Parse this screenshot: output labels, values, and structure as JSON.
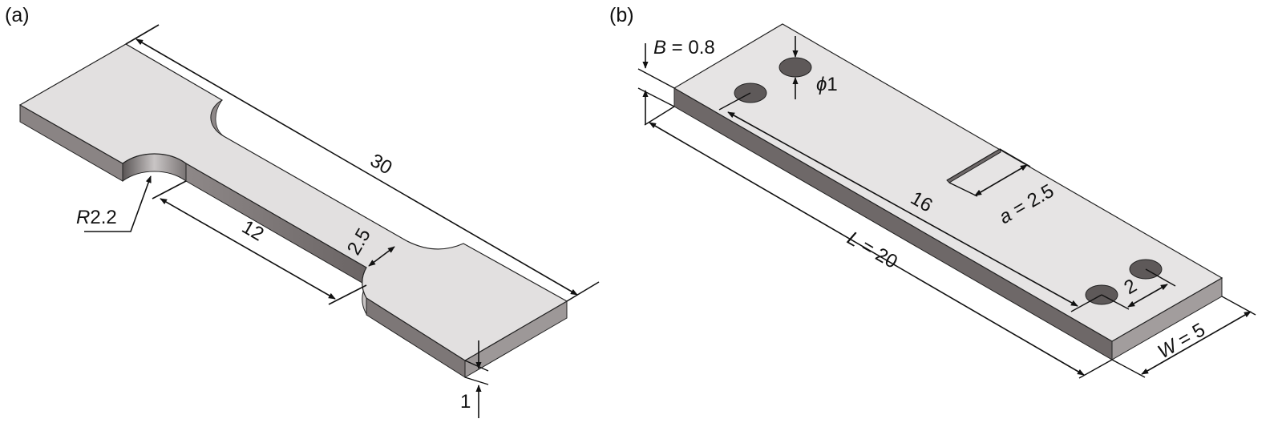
{
  "panel_a": {
    "label": "(a)",
    "dimensions": {
      "overall_length": "30",
      "gauge_length": "12",
      "gauge_width": "2.5",
      "fillet_radius_prefix": "R",
      "fillet_radius_value": "2.2",
      "thickness": "1"
    }
  },
  "panel_b": {
    "label": "(b)",
    "dimensions": {
      "thickness_symbol": "B",
      "thickness_value": " = 0.8",
      "hole_diameter_symbol": "ϕ",
      "hole_diameter_value": "1",
      "hole_spacing": "16",
      "length_symbol": "L",
      "length_value": " = 20",
      "notch_symbol": "a",
      "notch_value": " = 2.5",
      "hole_offset": "2",
      "width_symbol": "W",
      "width_value": " = 5"
    }
  },
  "colors": {
    "top_face": "#e4e2e2",
    "side_face_dark": "#6b6565",
    "side_face_light": "#9a9595",
    "hole_fill": "#5e5959",
    "line": "#111111"
  }
}
